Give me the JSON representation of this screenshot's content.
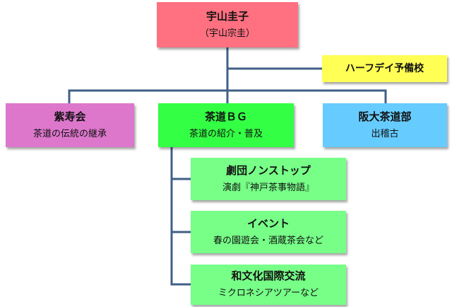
{
  "org_chart": {
    "root": {
      "name": "宇山圭子",
      "subtitle": "（宇山宗圭）"
    },
    "side_branch": {
      "name": "ハーフデイ予備校"
    },
    "departments": [
      {
        "name": "紫寿会",
        "description": "茶道の伝統の継承",
        "color": "#dd77cc"
      },
      {
        "name": "茶道ＢＧ",
        "description": "茶道の紹介・普及",
        "color": "#33ff44"
      },
      {
        "name": "阪大茶道部",
        "description": "出稽古",
        "color": "#66ccff"
      }
    ],
    "sado_bg_children": [
      {
        "name": "劇団ノンストップ",
        "description": "演劇『神戸茶事物語』"
      },
      {
        "name": "イベント",
        "description": "春の園遊会・酒蔵茶会など"
      },
      {
        "name": "和文化国際交流",
        "description": "ミクロネシアツアーなど"
      }
    ],
    "colors": {
      "root": "#ff7080",
      "side_branch": "#ffff55",
      "child": "#77ff88",
      "connector": "#3f5f86"
    }
  }
}
